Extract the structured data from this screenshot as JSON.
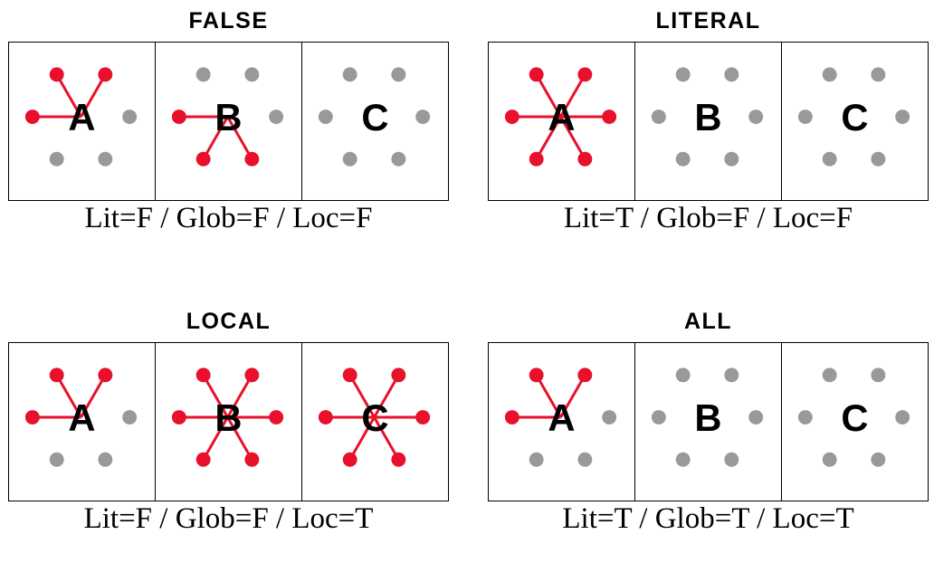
{
  "colors": {
    "active": "#e8102a",
    "inactive": "#999999",
    "border": "#000000"
  },
  "panels": [
    {
      "title": "FALSE",
      "caption": "Lit=F / Glob=F / Loc=F",
      "cells": [
        {
          "label": "A",
          "active": [
            "W",
            "NW",
            "NE"
          ]
        },
        {
          "label": "B",
          "active": [
            "W",
            "SW",
            "SE"
          ]
        },
        {
          "label": "C",
          "active": []
        }
      ]
    },
    {
      "title": "LITERAL",
      "caption": "Lit=T / Glob=F / Loc=F",
      "cells": [
        {
          "label": "A",
          "active": [
            "NW",
            "NE",
            "W",
            "E",
            "SW",
            "SE"
          ]
        },
        {
          "label": "B",
          "active": []
        },
        {
          "label": "C",
          "active": []
        }
      ]
    },
    {
      "title": "LOCAL",
      "caption": "Lit=F / Glob=F / Loc=T",
      "cells": [
        {
          "label": "A",
          "active": [
            "W",
            "NW",
            "NE"
          ]
        },
        {
          "label": "B",
          "active": [
            "NW",
            "NE",
            "W",
            "E",
            "SW",
            "SE"
          ]
        },
        {
          "label": "C",
          "active": [
            "NW",
            "NE",
            "W",
            "E",
            "SW",
            "SE"
          ]
        }
      ]
    },
    {
      "title": "ALL",
      "caption": "Lit=T / Glob=T / Loc=T",
      "cells": [
        {
          "label": "A",
          "active": [
            "W",
            "NW",
            "NE"
          ]
        },
        {
          "label": "B",
          "active": []
        },
        {
          "label": "C",
          "active": []
        }
      ]
    }
  ]
}
